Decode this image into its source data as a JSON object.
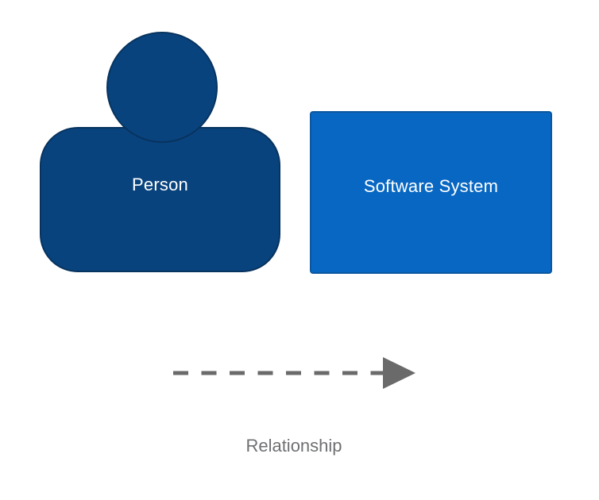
{
  "canvas": {
    "background": "#ffffff"
  },
  "shapes": {
    "person": {
      "label": "Person",
      "fill": "#09437E",
      "border": "#07335E",
      "text_color": "#ffffff"
    },
    "software_system": {
      "label": "Software System",
      "fill": "#0767C2",
      "border": "#0B57A0",
      "text_color": "#ffffff"
    },
    "relationship": {
      "label": "Relationship",
      "line_color": "#6A6A6A",
      "arrowhead_color": "#6A6A6A",
      "label_color": "#6E7072"
    }
  }
}
